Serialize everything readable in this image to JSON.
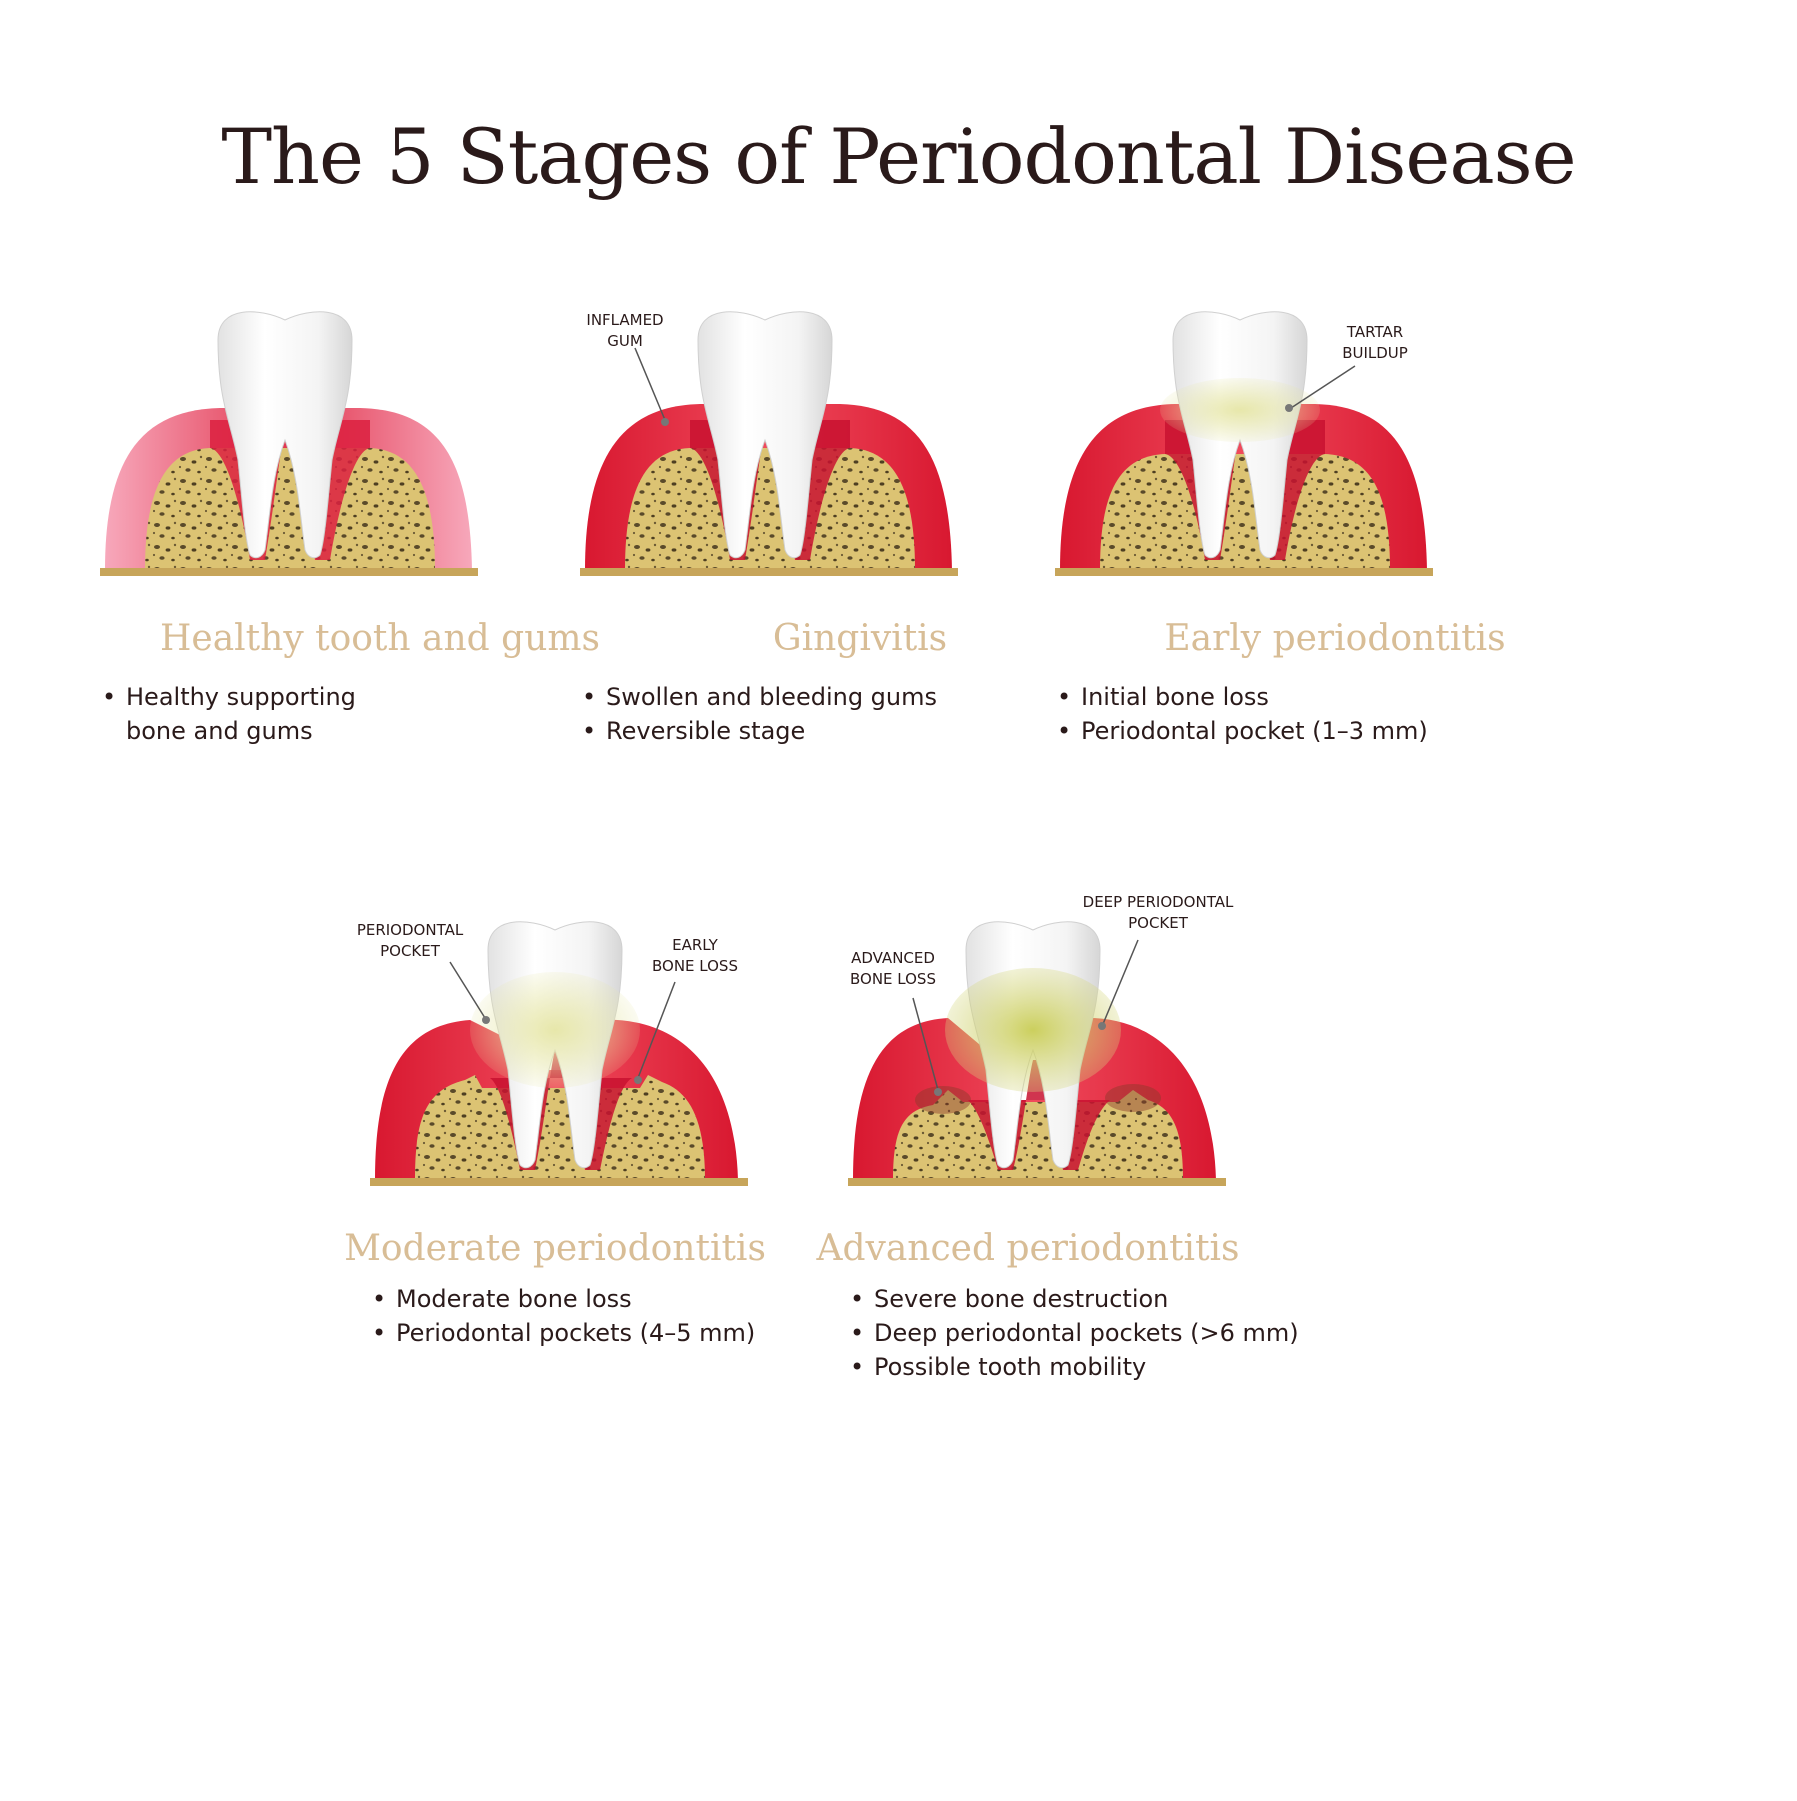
{
  "title": "The 5 Stages of Periodontal Disease",
  "colors": {
    "gum_healthy": "#ef8fa4",
    "gum_inflamed": "#e01a32",
    "bone": "#d7bd6a",
    "tartar": "#d9dc8e",
    "heading": "#d8bd96",
    "text": "#2a1a1a"
  },
  "stages": [
    {
      "title": "Healthy tooth and gums",
      "bullets": [
        "Healthy supporting bone and gums"
      ]
    },
    {
      "title": "Gingivitis",
      "bullets": [
        "Swollen and bleeding gums",
        "Reversible stage"
      ],
      "callouts": [
        {
          "line1": "INFLAMED",
          "line2": "GUM"
        }
      ]
    },
    {
      "title": "Early periodontitis",
      "bullets": [
        "Initial bone loss",
        "Periodontal pocket (1–3 mm)"
      ],
      "callouts": [
        {
          "line1": "TARTAR",
          "line2": "BUILDUP"
        }
      ]
    },
    {
      "title": "Moderate periodontitis",
      "bullets": [
        "Moderate bone loss",
        "Periodontal pockets (4–5 mm)"
      ],
      "callouts": [
        {
          "line1": "PERIODONTAL",
          "line2": "POCKET"
        },
        {
          "line1": "EARLY",
          "line2": "BONE LOSS"
        }
      ]
    },
    {
      "title": "Advanced periodontitis",
      "bullets": [
        "Severe bone destruction",
        "Deep periodontal pockets (>6 mm)",
        "Possible tooth mobility"
      ],
      "callouts": [
        {
          "line1": "ADVANCED",
          "line2": "BONE LOSS"
        },
        {
          "line1": "DEEP PERIODONTAL",
          "line2": "POCKET"
        }
      ]
    }
  ]
}
